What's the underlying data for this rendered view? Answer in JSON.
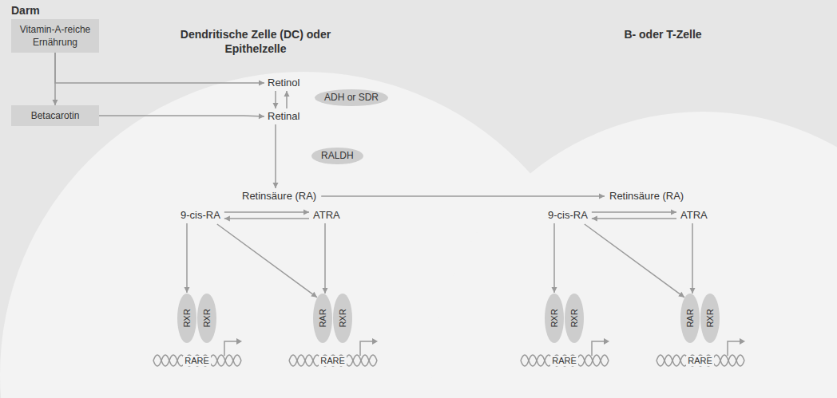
{
  "diagram": {
    "nodes": [
      {
        "text": [
          "Vitamin-A-reiche Ernährung"
        ]
      },
      {
        "text": [
          "Betacarotin"
        ]
      },
      {
        "text": [
          "Dendritische Zelle (DC) oder Epithelzelle"
        ]
      },
      {
        "text": [
          "Retinol"
        ],
        "in": 2
      },
      {
        "text": [
          "Retinal"
        ],
        "in": 2
      },
      {
        "text": [
          "ADH or SDR"
        ],
        "in": 2
      },
      {
        "text": [
          "RALDH"
        ],
        "in": 2
      },
      {
        "text": [
          "Retinsäure (RA)"
        ],
        "in": 2
      },
      {
        "text": [
          "9-cis-RA"
        ],
        "in": 2
      },
      {
        "text": [
          "ATRA"
        ],
        "in": 2
      },
      {
        "text": [
          "RXR"
        ],
        "in": 2
      },
      {
        "text": [
          "RXR"
        ],
        "in": 2
      },
      {
        "text": [
          "RAR"
        ],
        "in": 2
      },
      {
        "text": [
          "RXR"
        ],
        "in": 2
      },
      {
        "text": [
          "B- oder T-Zelle"
        ]
      },
      {
        "text": [
          "Retinsäure (RA)"
        ],
        "in": 14
      },
      {
        "text": [
          "9-cis-RA"
        ],
        "in": 14
      },
      {
        "text": [
          "ATRA"
        ],
        "in": 14
      },
      {
        "text": [
          "RXR"
        ],
        "in": 14
      },
      {
        "text": [
          "RXR"
        ],
        "in": 14
      },
      {
        "text": [
          "RAR"
        ],
        "in": 14
      },
      {
        "text": [
          "RXR"
        ],
        "in": 14
      }
    ],
    "edges": [
      {
        "from": 0,
        "to": 1,
        "arrow": "to"
      },
      {
        "from": 0,
        "to": 3,
        "arrow": "to"
      },
      {
        "from": 1,
        "to": 4,
        "arrow": "to"
      },
      {
        "from": 3,
        "to": 4,
        "arrow": "to"
      },
      {
        "from": 4,
        "to": 3,
        "arrow": "to"
      },
      {
        "from": 4,
        "to": 7,
        "arrow": "to"
      },
      {
        "from": 8,
        "to": 9,
        "arrow": "to"
      },
      {
        "from": 9,
        "to": 8,
        "arrow": "to"
      },
      {
        "from": 8,
        "to": 10,
        "arrow": "to"
      },
      {
        "from": 8,
        "to": 12,
        "arrow": "to"
      },
      {
        "from": 9,
        "to": 12,
        "arrow": "to"
      },
      {
        "from": 7,
        "to": 15,
        "arrow": "to"
      },
      {
        "from": 16,
        "to": 17,
        "arrow": "to"
      },
      {
        "from": 17,
        "to": 16,
        "arrow": "to"
      },
      {
        "from": 16,
        "to": 18,
        "arrow": "to"
      },
      {
        "from": 16,
        "to": 20,
        "arrow": "to"
      },
      {
        "from": 17,
        "to": 20,
        "arrow": "to"
      }
    ],
    "labels": [
      "Darm",
      "RARE",
      "RARE",
      "RARE",
      "RARE"
    ]
  }
}
